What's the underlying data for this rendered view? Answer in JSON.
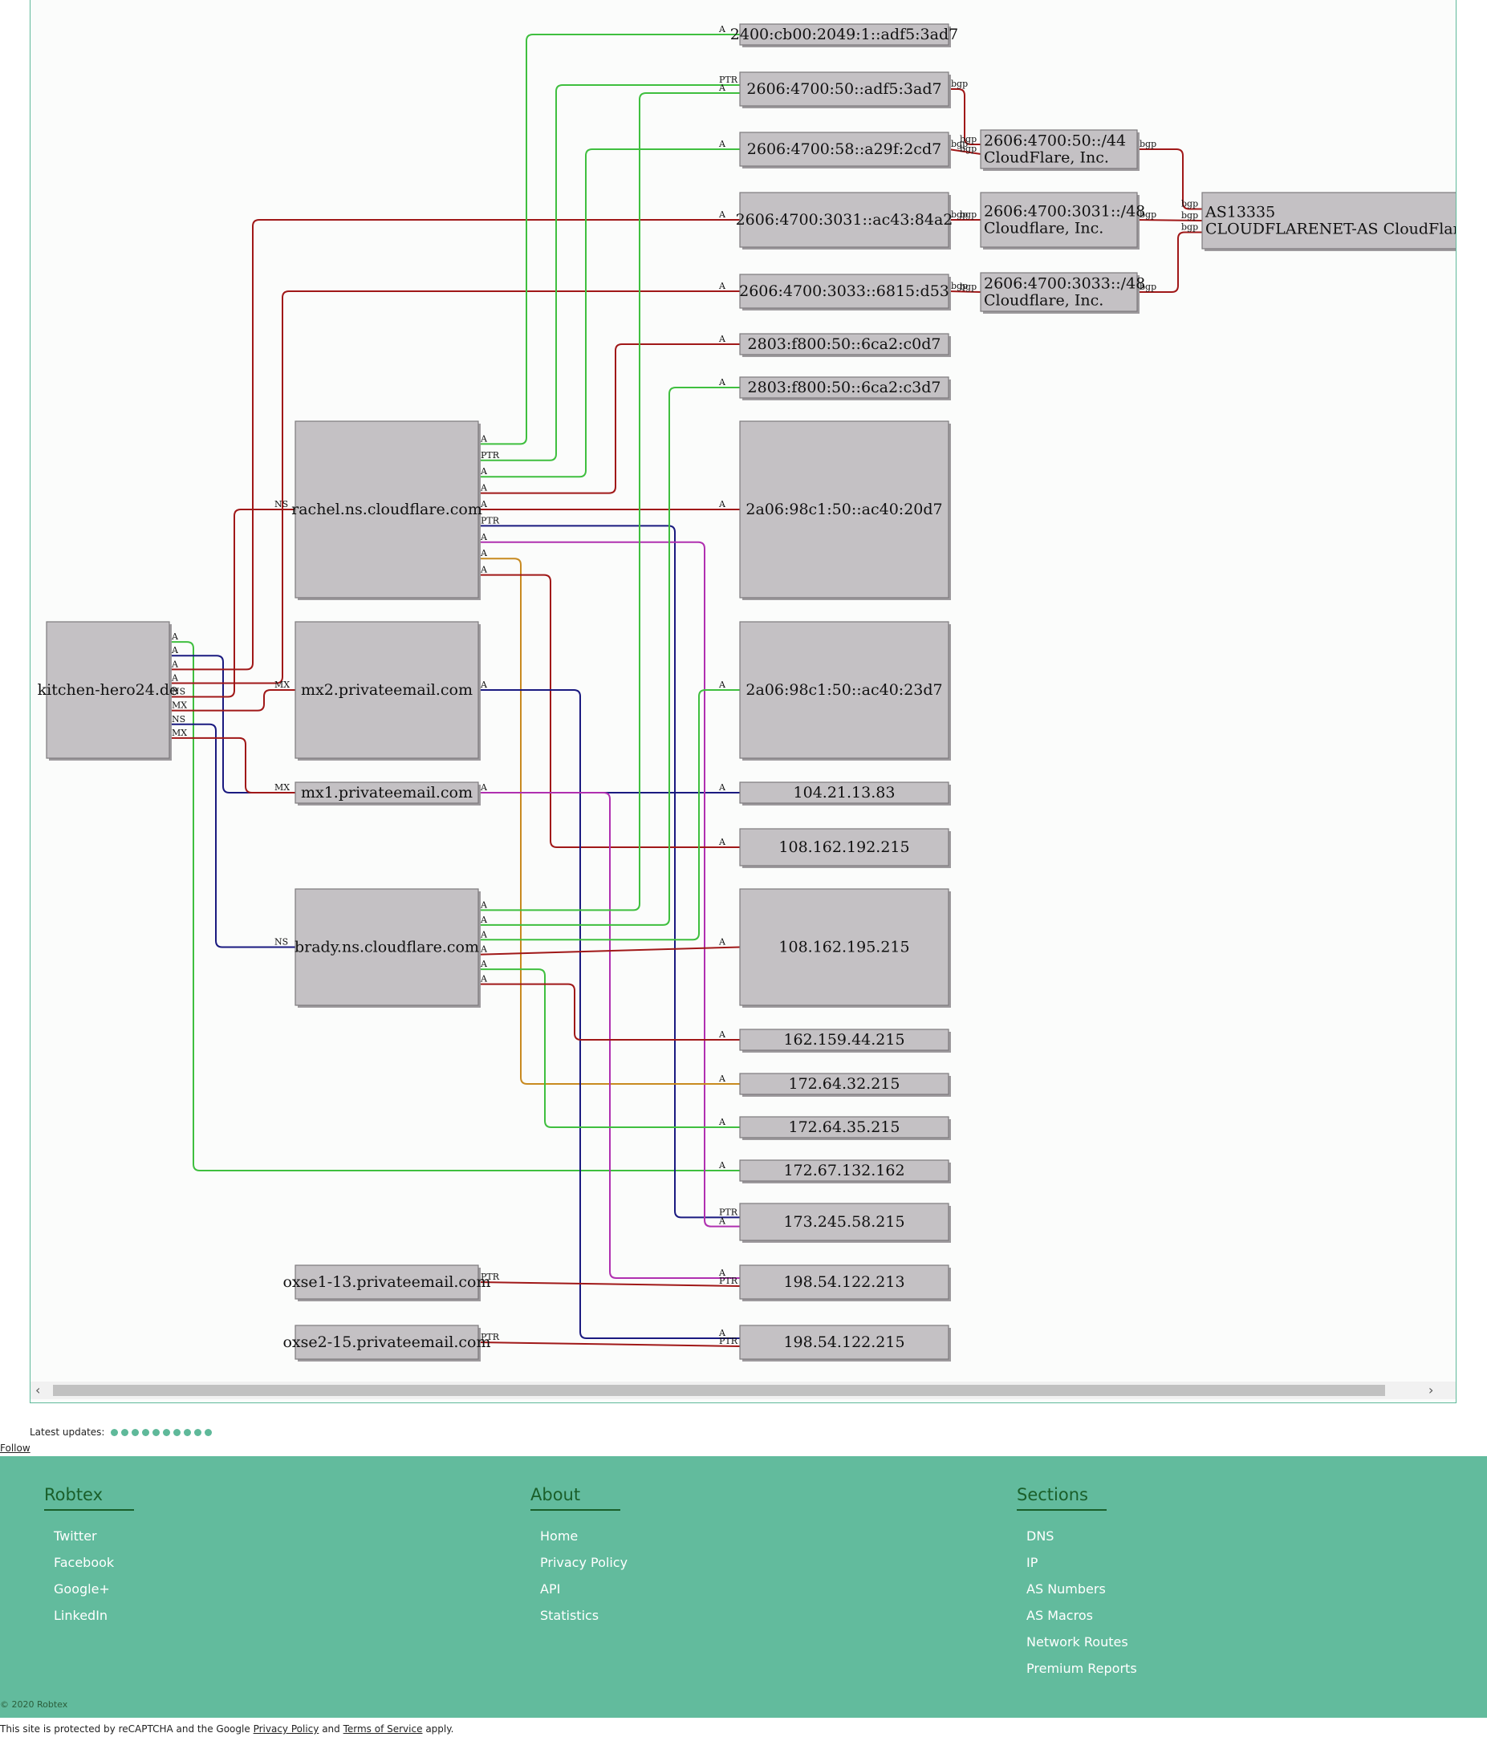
{
  "graph": {
    "nodes": [
      {
        "id": "kitchen",
        "label": "kitchen-hero24.de"
      },
      {
        "id": "rachel",
        "label": "rachel.ns.cloudflare.com"
      },
      {
        "id": "mx2",
        "label": "mx2.privateemail.com"
      },
      {
        "id": "mx1",
        "label": "mx1.privateemail.com"
      },
      {
        "id": "brady",
        "label": "brady.ns.cloudflare.com"
      },
      {
        "id": "oxse113",
        "label": "oxse1-13.privateemail.com"
      },
      {
        "id": "oxse215",
        "label": "oxse2-15.privateemail.com"
      },
      {
        "id": "ip1",
        "label": "2400:cb00:2049:1::adf5:3ad7"
      },
      {
        "id": "ip2",
        "label": "2606:4700:50::adf5:3ad7"
      },
      {
        "id": "ip3",
        "label": "2606:4700:58::a29f:2cd7"
      },
      {
        "id": "ip4",
        "label": "2606:4700:3031::ac43:84a2"
      },
      {
        "id": "ip5",
        "label": "2606:4700:3033::6815:d53"
      },
      {
        "id": "ip6",
        "label": "2803:f800:50::6ca2:c0d7"
      },
      {
        "id": "ip7",
        "label": "2803:f800:50::6ca2:c3d7"
      },
      {
        "id": "ip8",
        "label": "2a06:98c1:50::ac40:20d7"
      },
      {
        "id": "ip9",
        "label": "2a06:98c1:50::ac40:23d7"
      },
      {
        "id": "ip10",
        "label": "104.21.13.83"
      },
      {
        "id": "ip11",
        "label": "108.162.192.215"
      },
      {
        "id": "ip12",
        "label": "108.162.195.215"
      },
      {
        "id": "ip13",
        "label": "162.159.44.215"
      },
      {
        "id": "ip14",
        "label": "172.64.32.215"
      },
      {
        "id": "ip15",
        "label": "172.64.35.215"
      },
      {
        "id": "ip16",
        "label": "172.67.132.162"
      },
      {
        "id": "ip17",
        "label": "173.245.58.215"
      },
      {
        "id": "ip18",
        "label": "198.54.122.213"
      },
      {
        "id": "ip19",
        "label": "198.54.122.215"
      },
      {
        "id": "net1",
        "label": [
          "2606:4700:50::/44",
          "CloudFlare, Inc."
        ]
      },
      {
        "id": "net2",
        "label": [
          "2606:4700:3031::/48",
          "Cloudflare, Inc."
        ]
      },
      {
        "id": "net3",
        "label": [
          "2606:4700:3033::/48",
          "Cloudflare, Inc."
        ]
      },
      {
        "id": "as",
        "label": [
          "AS13335",
          "CLOUDFLARENET-AS CloudFlare"
        ]
      }
    ],
    "edges": [
      {
        "from": "kitchen",
        "to": "ip16",
        "label": "A",
        "color": "#3fbf3f"
      },
      {
        "from": "kitchen",
        "to": "ip10",
        "label": "A",
        "color": "#1a1a80"
      },
      {
        "from": "kitchen",
        "to": "ip4",
        "label": "A",
        "color": "#a01818"
      },
      {
        "from": "kitchen",
        "to": "ip5",
        "label": "A",
        "color": "#a01818"
      },
      {
        "from": "kitchen",
        "to": "rachel",
        "label": "NS",
        "color": "#a01818"
      },
      {
        "from": "kitchen",
        "to": "mx2",
        "label": "MX",
        "color": "#a01818"
      },
      {
        "from": "kitchen",
        "to": "brady",
        "label": "NS",
        "color": "#1a1a80"
      },
      {
        "from": "kitchen",
        "to": "mx1",
        "label": "MX",
        "color": "#a01818"
      },
      {
        "from": "rachel",
        "to": "ip1",
        "label": "A",
        "color": "#3fbf3f"
      },
      {
        "from": "rachel",
        "to": "ip2",
        "label": "PTR",
        "color": "#3fbf3f"
      },
      {
        "from": "rachel",
        "to": "ip3",
        "label": "A",
        "color": "#3fbf3f"
      },
      {
        "from": "rachel",
        "to": "ip6",
        "label": "A",
        "color": "#a01818"
      },
      {
        "from": "rachel",
        "to": "ip8",
        "label": "A",
        "color": "#a01818"
      },
      {
        "from": "rachel",
        "to": "ip17",
        "label": "PTR",
        "color": "#1a1a80"
      },
      {
        "from": "rachel",
        "to": "ip17",
        "label": "A",
        "color": "#b030b0"
      },
      {
        "from": "rachel",
        "to": "ip14",
        "label": "A",
        "color": "#c88a20"
      },
      {
        "from": "rachel",
        "to": "ip11",
        "label": "A",
        "color": "#a01818"
      },
      {
        "from": "mx2",
        "to": "ip19",
        "label": "A",
        "color": "#1a1a80"
      },
      {
        "from": "mx1",
        "to": "ip18",
        "label": "A",
        "color": "#b030b0"
      },
      {
        "from": "brady",
        "to": "ip2",
        "label": "A",
        "color": "#3fbf3f"
      },
      {
        "from": "brady",
        "to": "ip7",
        "label": "A",
        "color": "#3fbf3f"
      },
      {
        "from": "brady",
        "to": "ip9",
        "label": "A",
        "color": "#3fbf3f"
      },
      {
        "from": "brady",
        "to": "ip12",
        "label": "A",
        "color": "#a01818"
      },
      {
        "from": "brady",
        "to": "ip15",
        "label": "A",
        "color": "#3fbf3f"
      },
      {
        "from": "brady",
        "to": "ip13",
        "label": "A",
        "color": "#a01818"
      },
      {
        "from": "oxse113",
        "to": "ip18",
        "label": "PTR",
        "color": "#a01818"
      },
      {
        "from": "oxse215",
        "to": "ip19",
        "label": "PTR",
        "color": "#a01818"
      },
      {
        "from": "ip2",
        "to": "net1",
        "label": "bgp",
        "color": "#a01818"
      },
      {
        "from": "ip3",
        "to": "net1",
        "label": "bgp",
        "color": "#a01818"
      },
      {
        "from": "ip4",
        "to": "net2",
        "label": "bgp",
        "color": "#a01818"
      },
      {
        "from": "ip5",
        "to": "net3",
        "label": "bgp",
        "color": "#a01818"
      },
      {
        "from": "net1",
        "to": "as",
        "label": "bgp",
        "color": "#a01818"
      },
      {
        "from": "net2",
        "to": "as",
        "label": "bgp",
        "color": "#a01818"
      },
      {
        "from": "net3",
        "to": "as",
        "label": "bgp",
        "color": "#a01818"
      }
    ]
  },
  "latest_updates": {
    "label": "Latest updates:",
    "dot_count": 10
  },
  "follow_label": "Follow",
  "footer": {
    "columns": [
      {
        "title": "Robtex",
        "links": [
          "Twitter",
          "Facebook",
          "Google+",
          "LinkedIn"
        ]
      },
      {
        "title": "About",
        "links": [
          "Home",
          "Privacy Policy",
          "API",
          "Statistics"
        ]
      },
      {
        "title": "Sections",
        "links": [
          "DNS",
          "IP",
          "AS Numbers",
          "AS Macros",
          "Network Routes",
          "Premium Reports"
        ]
      }
    ],
    "copyright": "© 2020 Robtex",
    "recaptcha": {
      "prefix": "This site is protected by reCAPTCHA and the Google",
      "privacy": "Privacy Policy",
      "and": "and",
      "terms": "Terms of Service",
      "suffix": "apply."
    }
  },
  "colors": {
    "accent": "#62bb9d",
    "green_edge": "#3fbf3f",
    "red_edge": "#a01818",
    "blue_edge": "#1a1a80",
    "magenta_edge": "#b030b0",
    "orange_edge": "#c88a20"
  }
}
